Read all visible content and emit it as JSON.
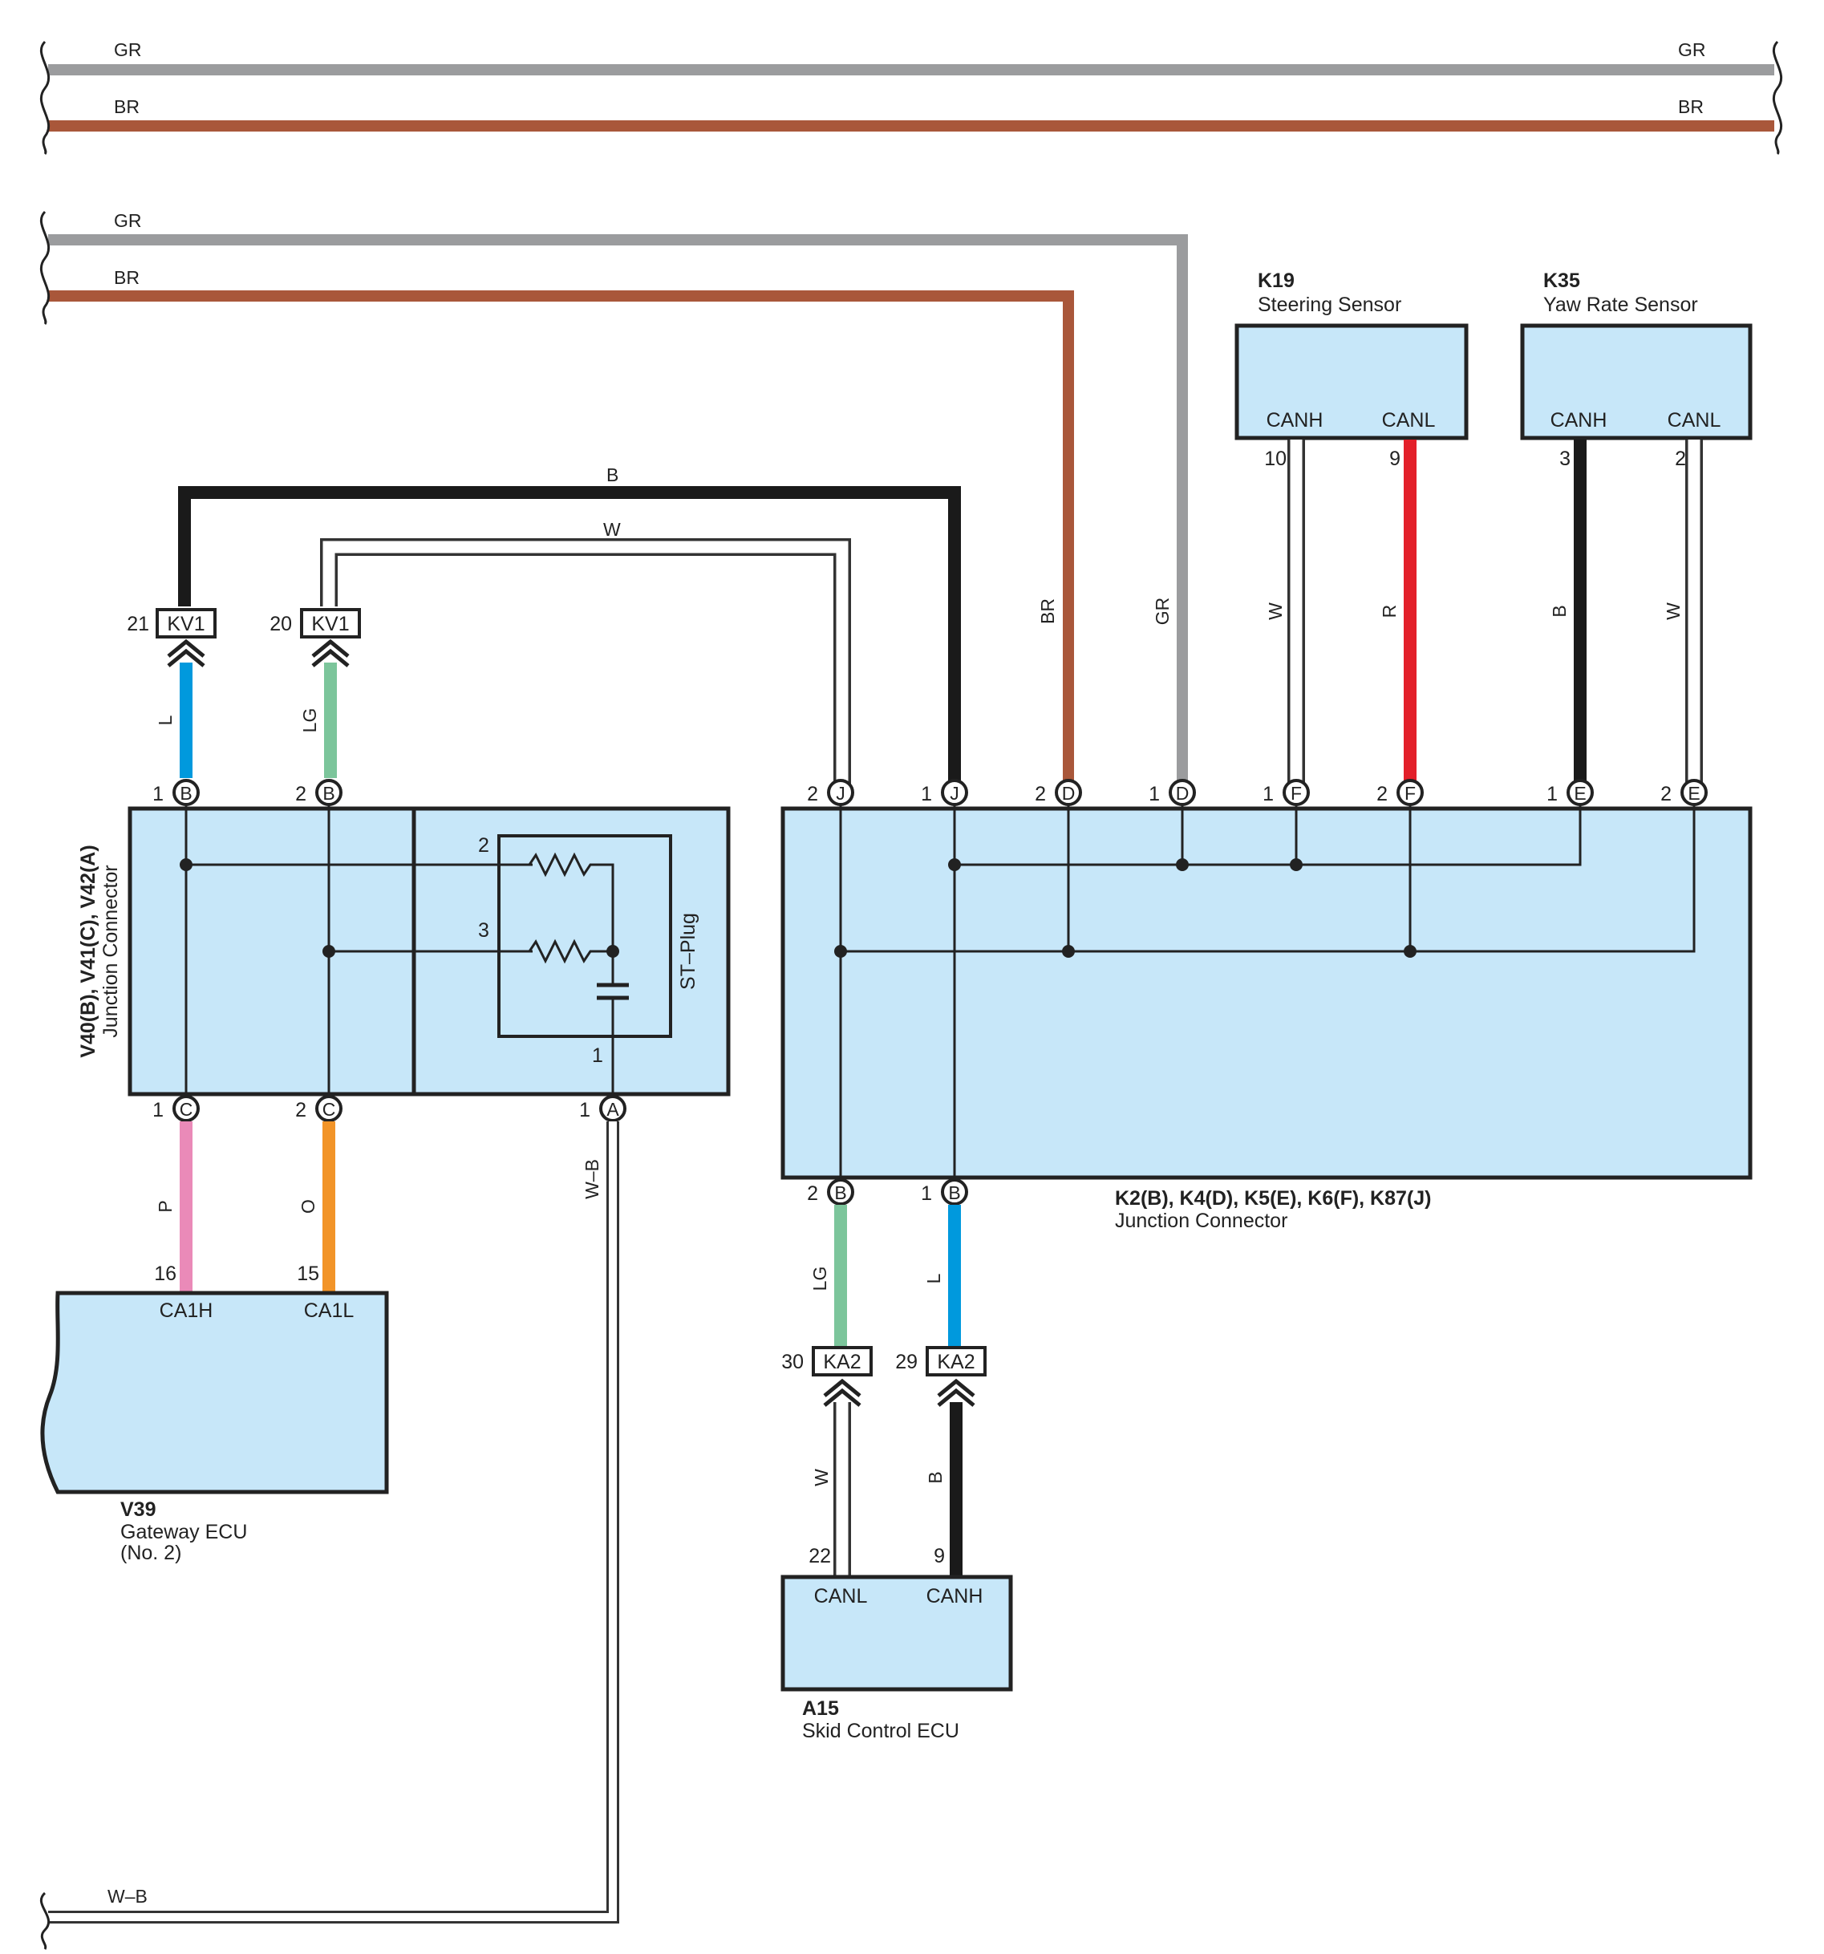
{
  "wire_colors": {
    "GR": "#9b9c9e",
    "BR": "#a9573a",
    "B": "#1a1a1a",
    "W": "#ffffff",
    "L": "#0099dd",
    "LG": "#7cc59b",
    "P": "#ea8ab8",
    "O": "#f29428",
    "R": "#e3202a",
    "W-B": "#ffffff"
  },
  "box_fill": "#c7e7f9",
  "wire_labels": {
    "top_gr_left": "GR",
    "top_gr_right": "GR",
    "top_br_left": "BR",
    "top_br_right": "BR",
    "mid_gr": "GR",
    "mid_br": "BR",
    "b_top": "B",
    "w_top": "W",
    "l_kv1": "L",
    "lg_kv1": "LG",
    "br_vert": "BR",
    "gr_vert": "GR",
    "w_k19": "W",
    "r_k19": "R",
    "b_k35": "B",
    "w_k35": "W",
    "p": "P",
    "o": "O",
    "wb_vert": "W–B",
    "lg_ka2": "LG",
    "l_ka2": "L",
    "w_a15": "W",
    "b_a15": "B",
    "wb_bottom": "W–B"
  },
  "components": {
    "k19": {
      "code": "K19",
      "name": "Steering Sensor",
      "pin_left": "CANH",
      "pin_right": "CANL",
      "num_left": "10",
      "num_right": "9"
    },
    "k35": {
      "code": "K35",
      "name": "Yaw Rate Sensor",
      "pin_left": "CANH",
      "pin_right": "CANL",
      "num_left": "3",
      "num_right": "2"
    },
    "v39": {
      "code": "V39",
      "name": "Gateway ECU",
      "name2": "(No. 2)",
      "pin_left": "CA1H",
      "pin_right": "CA1L",
      "num_left": "16",
      "num_right": "15"
    },
    "a15": {
      "code": "A15",
      "name": "Skid Control ECU",
      "pin_left": "CANL",
      "pin_right": "CANH",
      "num_left": "22",
      "num_right": "9"
    },
    "jc_left": {
      "code": "V40(B), V41(C), V42(A)",
      "name": "Junction Connector",
      "st_plug": "ST–Plug",
      "res1": "2",
      "res2": "3",
      "cap": "1"
    },
    "jc_right": {
      "code": "K2(B), K4(D), K5(E), K6(F), K87(J)",
      "name": "Junction Connector"
    }
  },
  "connectors": {
    "kv1_left": {
      "num": "21",
      "name": "KV1"
    },
    "kv1_right": {
      "num": "20",
      "name": "KV1"
    },
    "ka2_left": {
      "num": "30",
      "name": "KA2"
    },
    "ka2_right": {
      "num": "29",
      "name": "KA2"
    }
  },
  "pins": {
    "vb1": {
      "num": "1",
      "letter": "B"
    },
    "vb2": {
      "num": "2",
      "letter": "B"
    },
    "vc1": {
      "num": "1",
      "letter": "C"
    },
    "vc2": {
      "num": "2",
      "letter": "C"
    },
    "va1": {
      "num": "1",
      "letter": "A"
    },
    "j2": {
      "num": "2",
      "letter": "J"
    },
    "j1": {
      "num": "1",
      "letter": "J"
    },
    "d2": {
      "num": "2",
      "letter": "D"
    },
    "d1": {
      "num": "1",
      "letter": "D"
    },
    "f1": {
      "num": "1",
      "letter": "F"
    },
    "f2": {
      "num": "2",
      "letter": "F"
    },
    "e1": {
      "num": "1",
      "letter": "E"
    },
    "e2": {
      "num": "2",
      "letter": "E"
    },
    "kb2": {
      "num": "2",
      "letter": "B"
    },
    "kb1": {
      "num": "1",
      "letter": "B"
    }
  }
}
